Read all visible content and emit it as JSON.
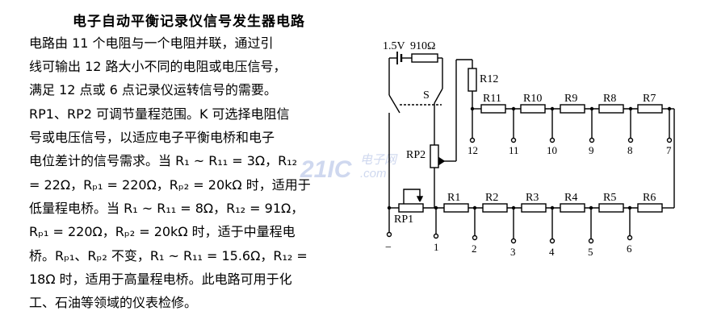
{
  "title": "电子自动平衡记录仪信号发生器电路",
  "paragraph": [
    "电路由 11 个电阻与一个电阻并联，通过引",
    "线可输出 12 路大小不同的电阻或电压信号，",
    "满足 12 点或 6 点记录仪运转信号的需要。",
    "RP1、RP2 可调节量程范围。K 可选择电阻信",
    "号或电压信号，以适应电子平衡电桥和电子",
    "电位差计的信号需求。当 R₁ ~ R₁₁ = 3Ω，R₁₂",
    "= 22Ω，Rₚ₁ = 220Ω，Rₚ₂ = 20kΩ 时，适用于",
    "低量程电桥。当 R₁ ~ R₁₁ = 8Ω，R₁₂ = 91Ω，",
    "Rₚ₁ = 220Ω，Rₚ₂ = 20kΩ 时，适于中量程电",
    "桥。Rₚ₁、Rₚ₂ 不变，R₁ ~ R₁₁ = 15.6Ω，R₁₂ =",
    "18Ω 时，适用于高量程电桥。此电路可用于化",
    "工、石油等领域的仪表检修。"
  ],
  "circuit": {
    "battery_label": "1.5V",
    "resistor_910_label": "910Ω",
    "switch_label": "S",
    "r12_label": "R12",
    "rp2_label": "RP2",
    "rp1_label": "RP1",
    "top_row_labels": [
      "R11",
      "R10",
      "R9",
      "R8",
      "R7"
    ],
    "bottom_row_labels": [
      "R1",
      "R2",
      "R3",
      "R4",
      "R5",
      "R6"
    ],
    "top_terminals": [
      "12",
      "11",
      "10",
      "9",
      "8",
      "7"
    ],
    "bottom_terminals": [
      "1",
      "2",
      "3",
      "4",
      "5",
      "6"
    ],
    "minus_terminal": "−"
  },
  "watermark": {
    "main": "21IC",
    "sub_top": "电子网",
    "sub_bottom": ".com"
  }
}
